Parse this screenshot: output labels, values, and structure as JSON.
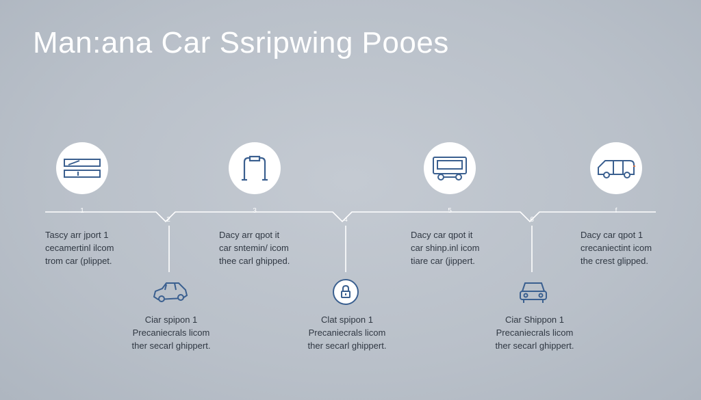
{
  "title": "Man:ana Car Ssripwing Pooes",
  "step_numbers": [
    "1",
    "2",
    "3",
    "4",
    "5",
    "6",
    "f"
  ],
  "top_steps": [
    {
      "icon": "ramp-icon",
      "lines": [
        "Tascy arr jport 1",
        "cecamertinl ilcom",
        "trom car (plippet."
      ]
    },
    {
      "icon": "gate-icon",
      "lines": [
        "Dacy arr qpot it",
        "car sntemin/ icom",
        "thee carl ghipped."
      ]
    },
    {
      "icon": "truck-icon",
      "lines": [
        "Dacy car qpot it",
        "car shinp.inl icom",
        "tiare car (jippert."
      ]
    },
    {
      "icon": "van-icon",
      "lines": [
        "Dacy car qpot 1",
        "crecaniectint icom",
        "the crest glipped."
      ]
    }
  ],
  "bottom_steps": [
    {
      "icon": "car-icon",
      "lines": [
        "Ciar spipon 1",
        "Precaniecrals licom",
        "ther secarl ghippert."
      ]
    },
    {
      "icon": "lock-icon",
      "lines": [
        "Clat spipon 1",
        "Precaniecrals licom",
        "ther secarl ghippert."
      ]
    },
    {
      "icon": "car-front-icon",
      "lines": [
        "Ciar Shippon 1",
        "Precaniecrals licom",
        "ther secarl ghippert."
      ]
    }
  ],
  "colors": {
    "line": "#ffffff",
    "icon": "#3a5f8f",
    "accent": "#e07b4a",
    "text": "#2f3742"
  }
}
